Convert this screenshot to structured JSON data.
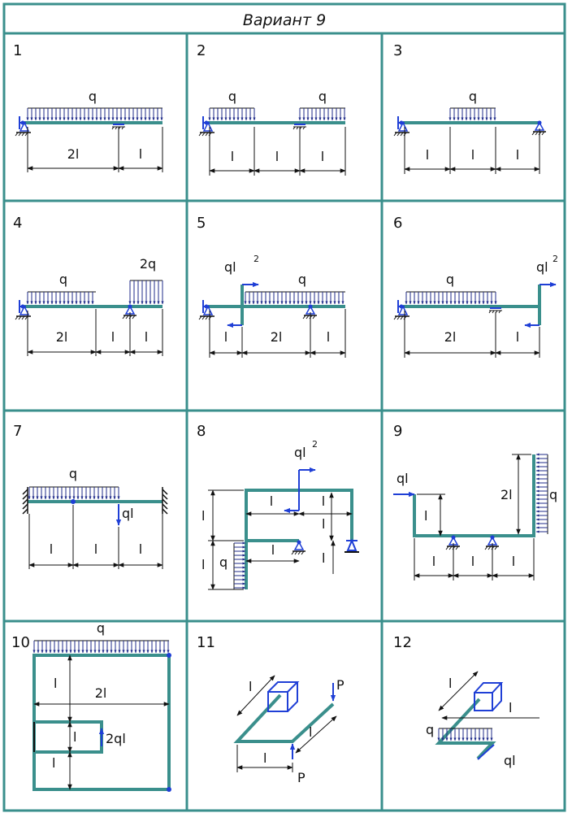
{
  "title": "Вариант  9",
  "colors": {
    "frame": "#3a8f8c",
    "beam": "#3a8f8c",
    "load": "#1f2b8a",
    "force": "#1f3fd6",
    "line": "#111111"
  },
  "panels": [
    {
      "number": "1",
      "labels": {
        "q": "q",
        "d1": "2l",
        "d2": "l"
      }
    },
    {
      "number": "2",
      "labels": {
        "q1": "q",
        "q2": "q",
        "d1": "l",
        "d2": "l",
        "d3": "l"
      }
    },
    {
      "number": "3",
      "labels": {
        "q": "q",
        "d1": "l",
        "d2": "l",
        "d3": "l"
      }
    },
    {
      "number": "4",
      "labels": {
        "q": "q",
        "q2": "2q",
        "d1": "2l",
        "d2": "l",
        "d3": "l"
      }
    },
    {
      "number": "5",
      "labels": {
        "m": "ql",
        "m_sup": "2",
        "q": "q",
        "d1": "l",
        "d2": "2l",
        "d3": "l"
      }
    },
    {
      "number": "6",
      "labels": {
        "q": "q",
        "m": "ql",
        "m_sup": "2",
        "d1": "2l",
        "d2": "l"
      }
    },
    {
      "number": "7",
      "labels": {
        "q": "q",
        "f": "ql",
        "d1": "l",
        "d2": "l",
        "d3": "l"
      }
    },
    {
      "number": "8",
      "labels": {
        "m": "ql",
        "m_sup": "2",
        "v1": "l",
        "h1": "l",
        "h2": "l",
        "v2": "l",
        "h3": "l",
        "vq": "l",
        "q": "q",
        "v3": "l"
      }
    },
    {
      "number": "9",
      "labels": {
        "f": "ql",
        "v1": "l",
        "v2": "2l",
        "q": "q",
        "d1": "l",
        "d2": "l",
        "d3": "l"
      }
    },
    {
      "number": "10",
      "labels": {
        "q": "q",
        "v1": "l",
        "w": "2l",
        "f": "2ql",
        "v2": "l",
        "v3": "l"
      }
    },
    {
      "number": "11",
      "labels": {
        "a": "l",
        "p1": "P",
        "b": "l",
        "c": "l",
        "p2": "P"
      }
    },
    {
      "number": "12",
      "labels": {
        "a": "l",
        "b": "l",
        "q": "q",
        "f": "ql"
      }
    }
  ]
}
